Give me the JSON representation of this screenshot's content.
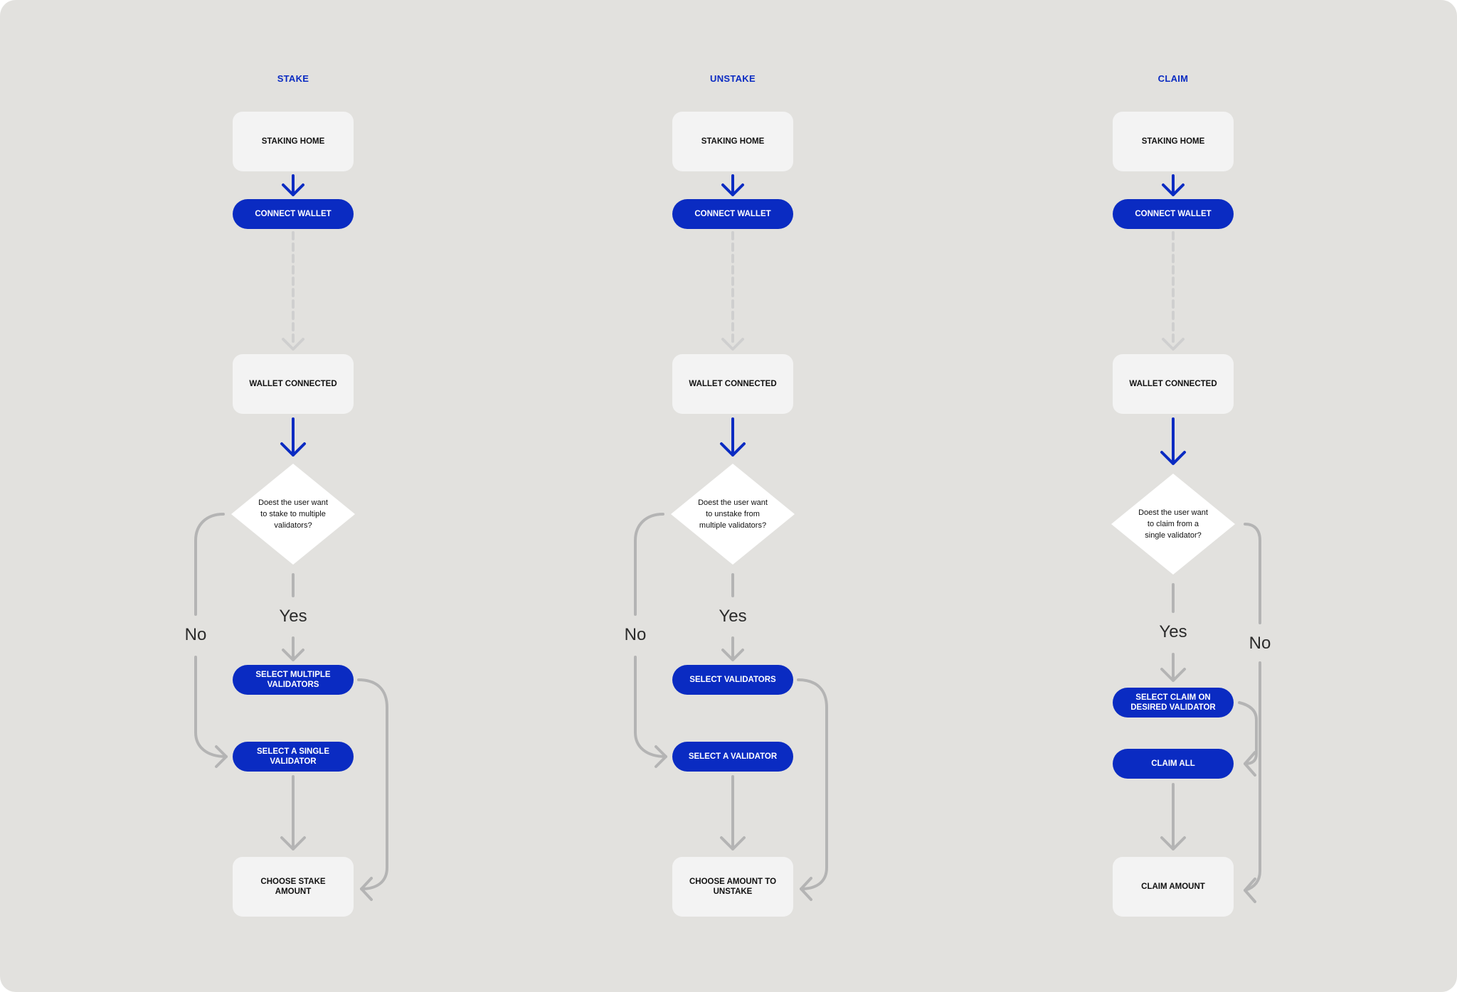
{
  "flows": [
    {
      "title": "STAKE",
      "home": "STAKING HOME",
      "connect": "CONNECT WALLET",
      "connected": "WALLET CONNECTED",
      "question": "Doest the user want to stake to multiple validators?",
      "yes_label": "Yes",
      "no_label": "No",
      "yes_action": "SELECT MULTIPLE VALIDATORS",
      "no_action": "SELECT A SINGLE VALIDATOR",
      "final": "CHOOSE STAKE AMOUNT"
    },
    {
      "title": "UNSTAKE",
      "home": "STAKING HOME",
      "connect": "CONNECT WALLET",
      "connected": "WALLET CONNECTED",
      "question": "Doest the user want to unstake from multiple validators?",
      "yes_label": "Yes",
      "no_label": "No",
      "yes_action": "SELECT VALIDATORS",
      "no_action": "SELECT A VALIDATOR",
      "final": "CHOOSE AMOUNT TO UNSTAKE"
    },
    {
      "title": "CLAIM",
      "home": "STAKING HOME",
      "connect": "CONNECT WALLET",
      "connected": "WALLET CONNECTED",
      "question": "Doest the user want to claim from a single validator?",
      "yes_label": "Yes",
      "no_label": "No",
      "yes_action": "SELECT CLAIM ON DESIRED VALIDATOR",
      "no_action": "CLAIM ALL",
      "final": "CLAIM AMOUNT"
    }
  ],
  "colors": {
    "background": "#e2e1de",
    "accent": "#0a2bc2",
    "box": "#f3f3f3",
    "connector": "#b4b4b4",
    "dashed_connector": "#cfcfcf"
  }
}
